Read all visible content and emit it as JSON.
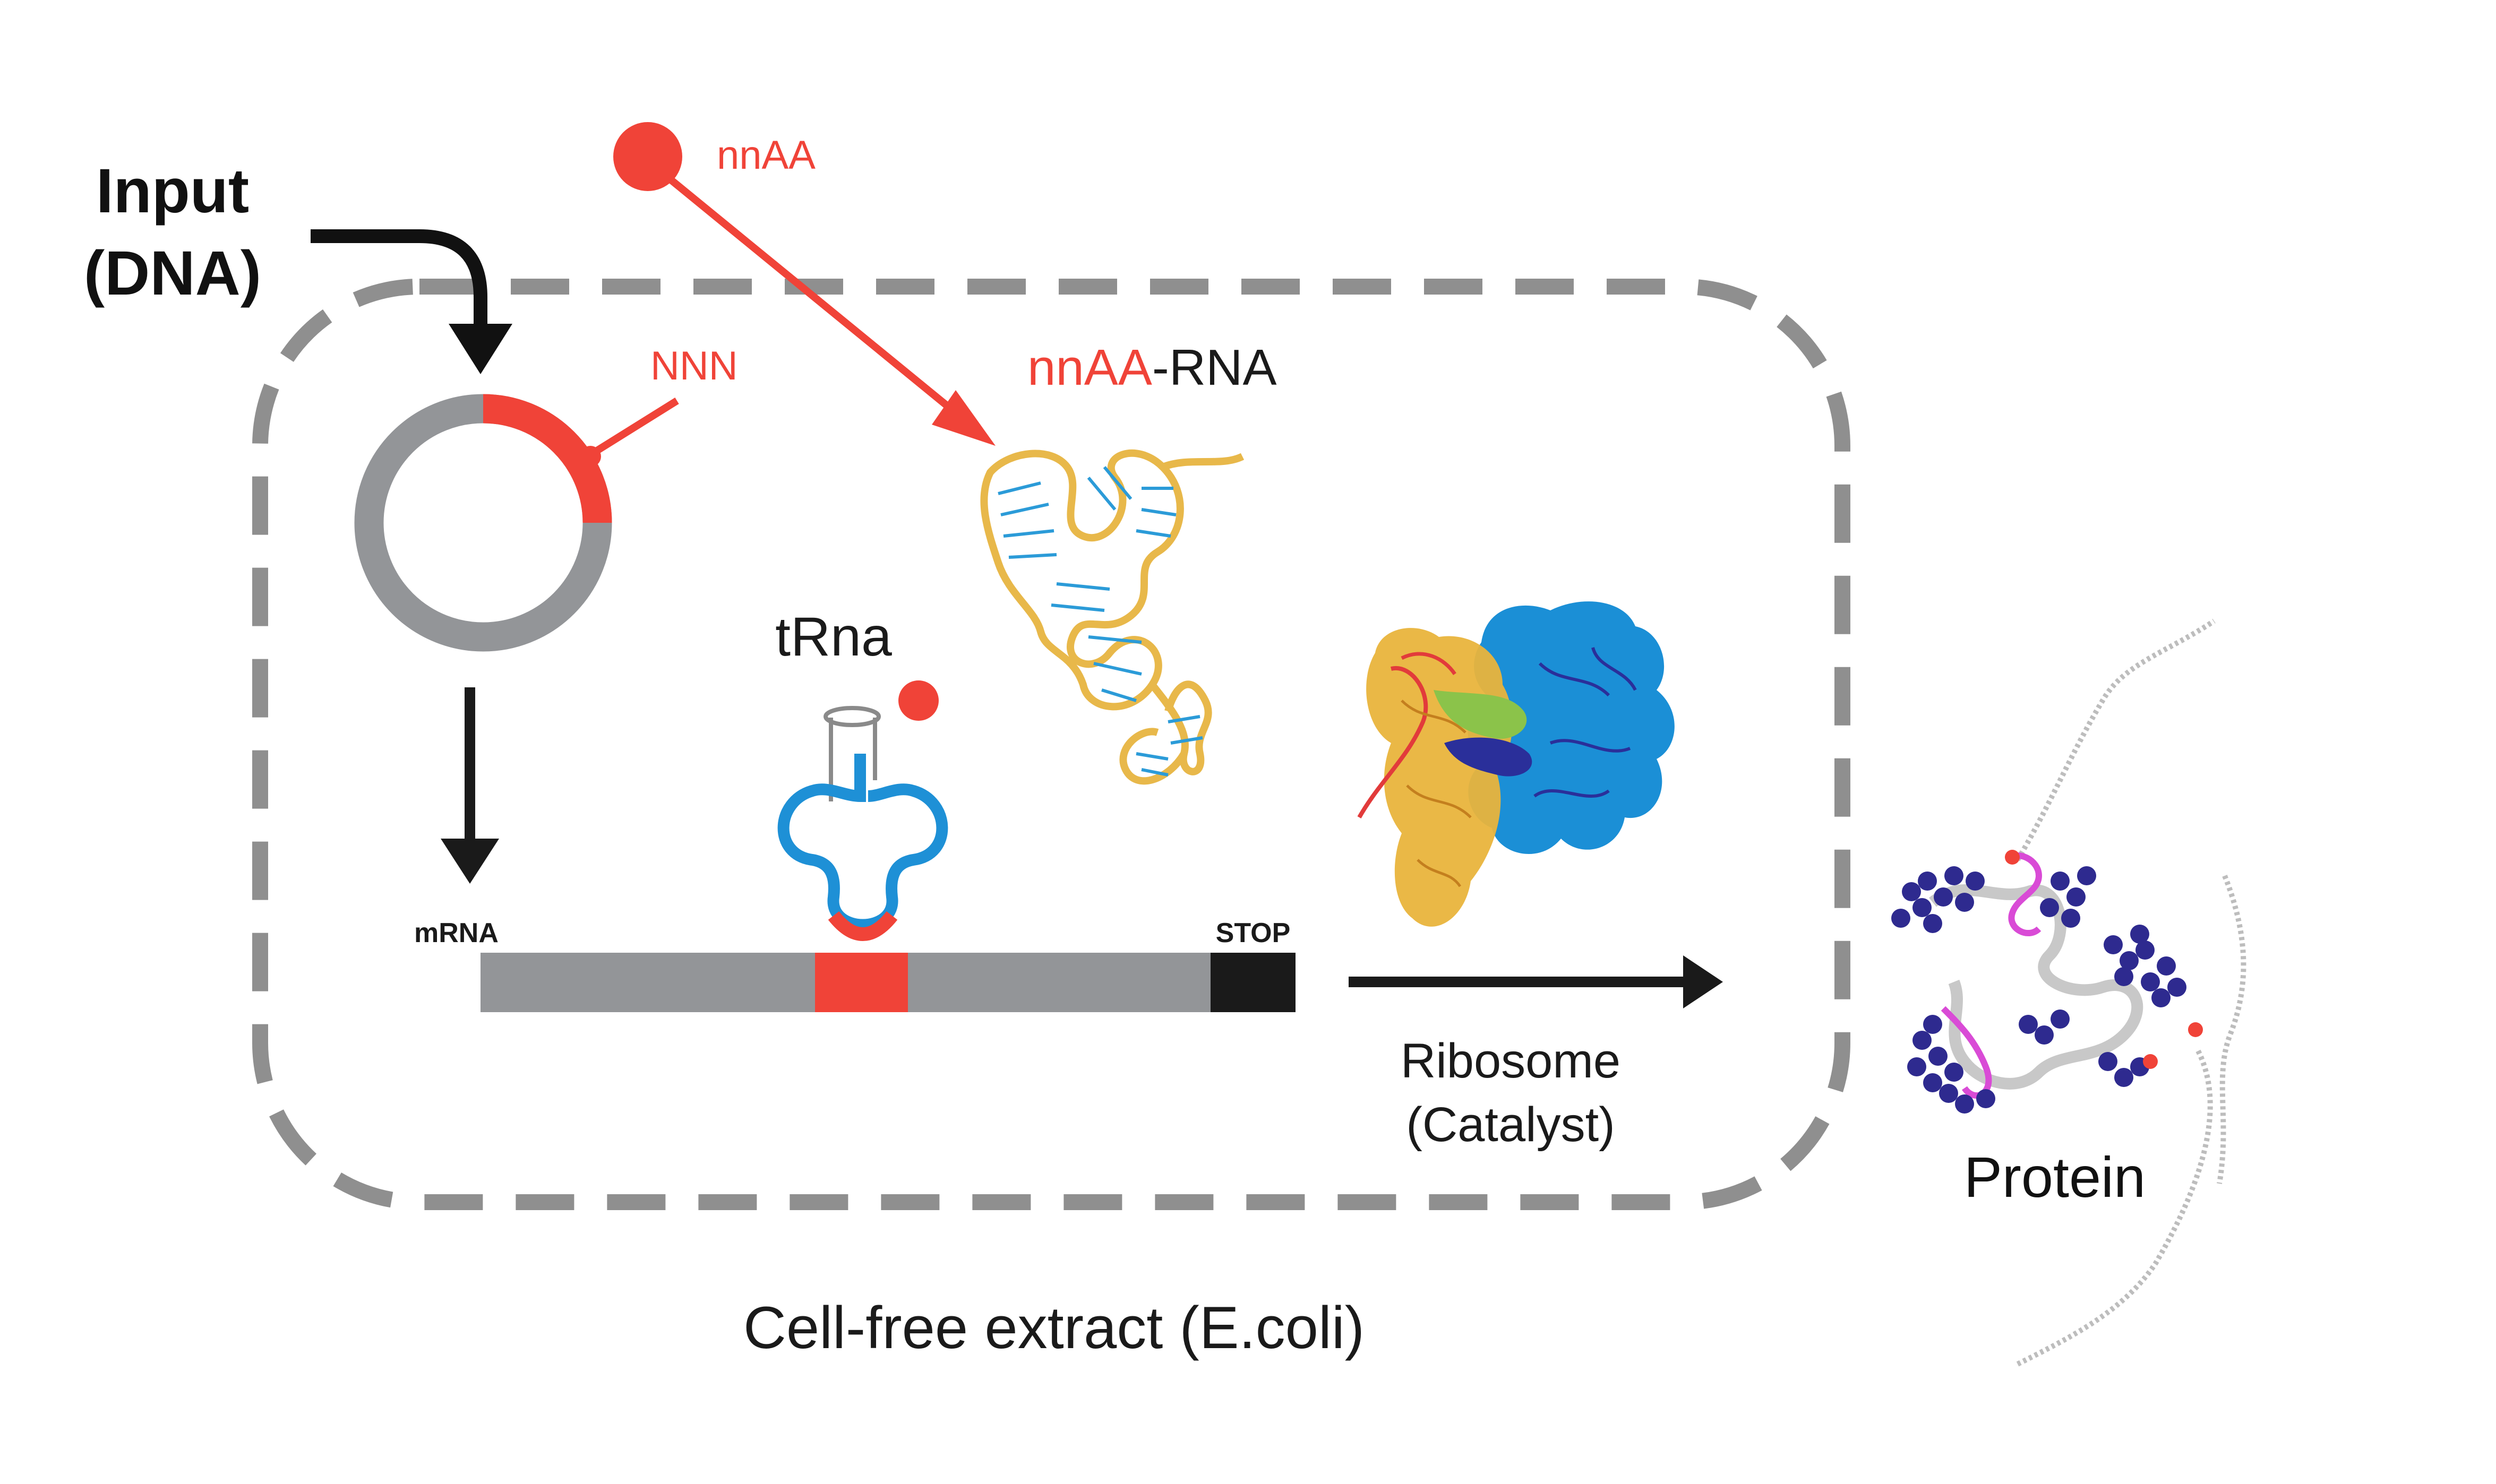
{
  "labels": {
    "input_line1": "Input",
    "input_line2": "(DNA)",
    "nnaa": "nnAA",
    "nnn": "NNN",
    "nnaa_rna_red": "nnAA",
    "nnaa_rna_black": "-RNA",
    "trna": "tRna",
    "mrna": "mRNA",
    "stop": "STOP",
    "ribosome_line1": "Ribosome",
    "ribosome_line2": "(Catalyst)",
    "protein": "Protein",
    "cell_free": "Cell-free extract (E.coli)"
  },
  "colors": {
    "red": "#f04338",
    "gray": "#939598",
    "dashed_gray": "#8f8f8f",
    "black": "#1a1a1a",
    "trna_blue": "#1e90d6",
    "rna_yellow": "#e8b84a",
    "rna_blue": "#2b9bd8",
    "ribosome_blue": "#1b8fd6",
    "ribosome_yellow": "#e9b43c",
    "ribosome_green": "#8bc34a",
    "ribosome_navy": "#2a2f9a",
    "protein_navy": "#2e2a8f",
    "protein_magenta": "#d94bd6",
    "protein_gray": "#c8c8c8"
  }
}
